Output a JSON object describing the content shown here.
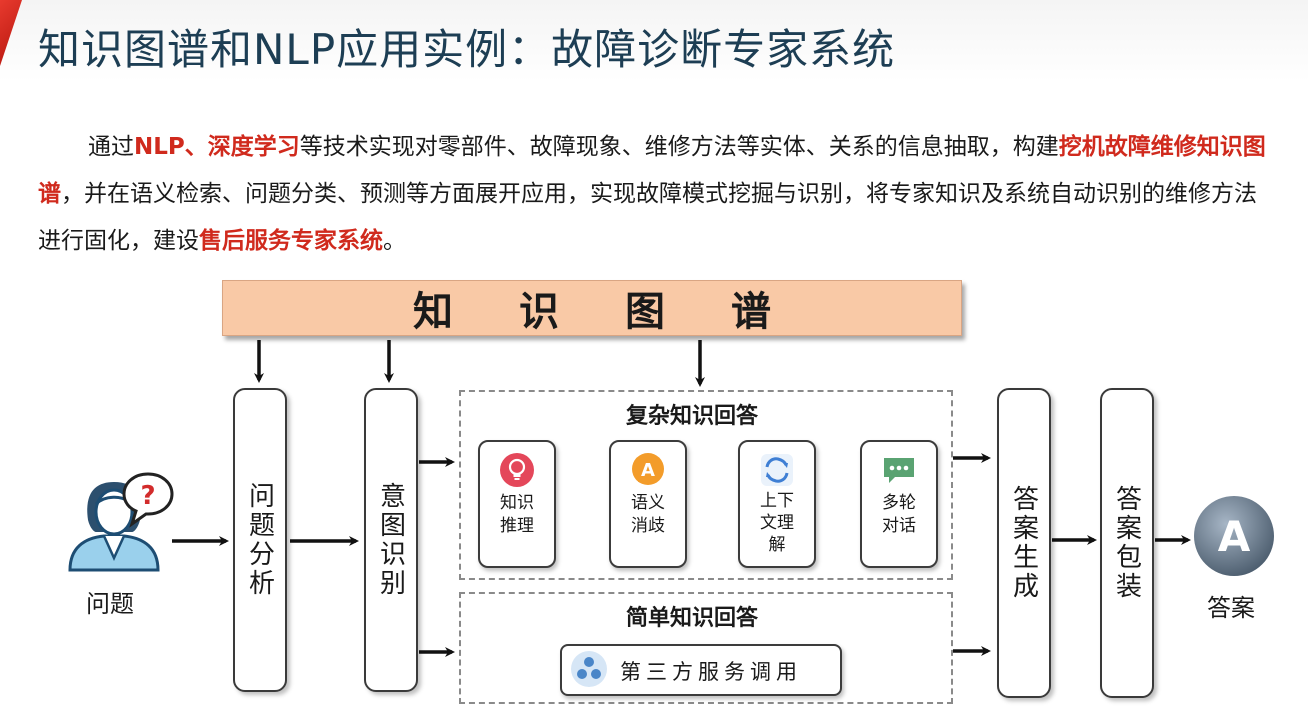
{
  "slide": {
    "title": "知识图谱和NLP应用实例：故障诊断专家系统",
    "paragraph": {
      "p1": "通过",
      "r1": "NLP、深度学习",
      "p2": "等技术实现对零部件、故障现象、维修方法等实体、关系的信息抽取，构建",
      "r2": "挖机故障维修知识图谱",
      "p3": "，并在语义检索、问题分类、预测等方面展开应用，实现故障模式挖掘与识别，将专家知识及系统自动识别的维修方法进行固化，建设",
      "r3": "售后服务专家系统",
      "p4": "。"
    }
  },
  "diagram": {
    "kg_label": "知识图谱",
    "question_label": "问题",
    "question_mark": "?",
    "analysis_label": "问题分析",
    "intent_label": "意图识别",
    "complex_title": "复杂知识回答",
    "complex_cards": [
      {
        "label": "知识\n推理",
        "icon": "lightbulb-icon",
        "color": "#e4475a"
      },
      {
        "label": "语义\n消歧",
        "icon": "letter-a-chat-icon",
        "color": "#f39c2a"
      },
      {
        "label": "上下\n文理\n解",
        "icon": "refresh-icon",
        "color": "#3f7fd4"
      },
      {
        "label": "多轮\n对话",
        "icon": "chat-bubble-icon",
        "color": "#5aa372"
      }
    ],
    "simple_title": "简单知识回答",
    "service_label": "第三方服务调用",
    "service_icon": "share-icon",
    "gen_label": "答案生成",
    "pack_label": "答案包装",
    "answer_letter": "A",
    "answer_label": "答案",
    "colors": {
      "accent_red": "#d02a1d",
      "title_blue": "#1d3e54",
      "kg_fill": "#f9c9a6"
    }
  }
}
